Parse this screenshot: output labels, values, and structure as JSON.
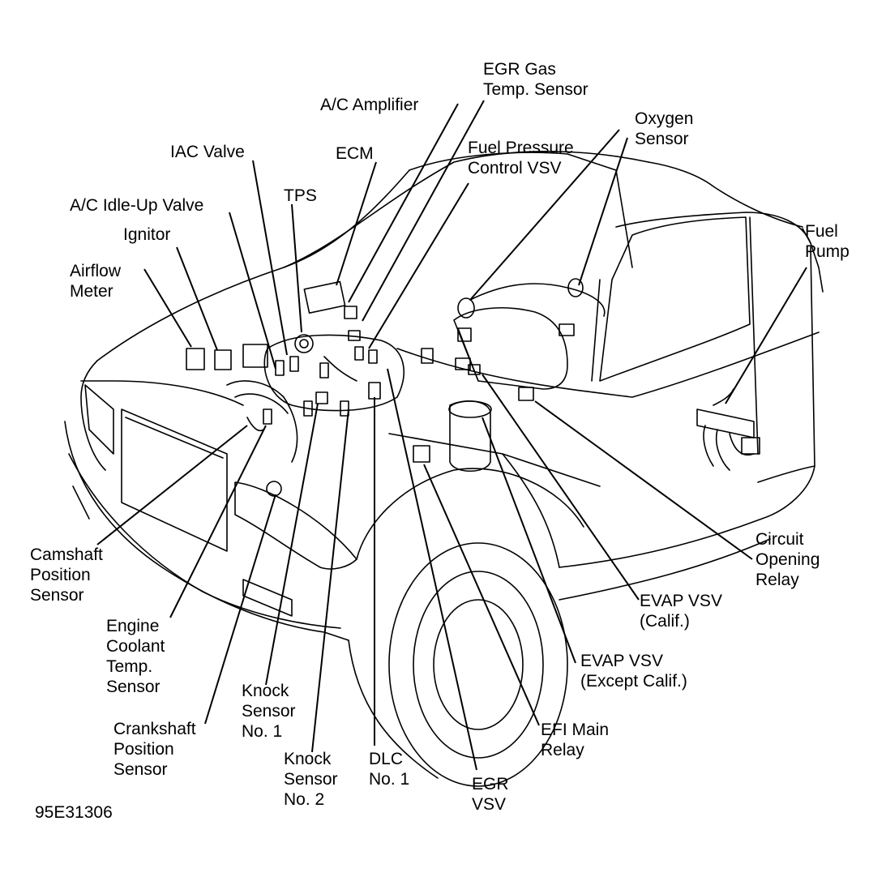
{
  "labels": {
    "egr_gas_temp_sensor": [
      "EGR Gas",
      "Temp. Sensor"
    ],
    "ac_amplifier": [
      "A/C Amplifier"
    ],
    "oxygen_sensor": [
      "Oxygen",
      "Sensor"
    ],
    "fuel_pressure_control_vsv": [
      "Fuel Pressure",
      "Control VSV"
    ],
    "iac_valve": [
      "IAC Valve"
    ],
    "ecm": [
      "ECM"
    ],
    "tps": [
      "TPS"
    ],
    "ac_idle_up_valve": [
      "A/C Idle-Up Valve"
    ],
    "ignitor": [
      "Ignitor"
    ],
    "airflow_meter": [
      "Airflow",
      "Meter"
    ],
    "fuel_pump": [
      "Fuel",
      "Pump"
    ],
    "camshaft_position_sensor": [
      "Camshaft",
      "Position",
      "Sensor"
    ],
    "circuit_opening_relay": [
      "Circuit",
      "Opening",
      "Relay"
    ],
    "evap_vsv_calif": [
      "EVAP VSV",
      "(Calif.)"
    ],
    "engine_coolant_temp_sensor": [
      "Engine",
      "Coolant",
      "Temp.",
      "Sensor"
    ],
    "evap_vsv_except_calif": [
      "EVAP VSV",
      "(Except Calif.)"
    ],
    "knock_sensor_no1": [
      "Knock",
      "Sensor",
      "No. 1"
    ],
    "crankshaft_position_sensor": [
      "Crankshaft",
      "Position",
      "Sensor"
    ],
    "efi_main_relay": [
      "EFI Main",
      "Relay"
    ],
    "knock_sensor_no2": [
      "Knock",
      "Sensor",
      "No. 2"
    ],
    "dlc_no1": [
      "DLC",
      "No. 1"
    ],
    "egr_vsv": [
      "EGR",
      "VSV"
    ]
  },
  "figure_id": "95E31306"
}
